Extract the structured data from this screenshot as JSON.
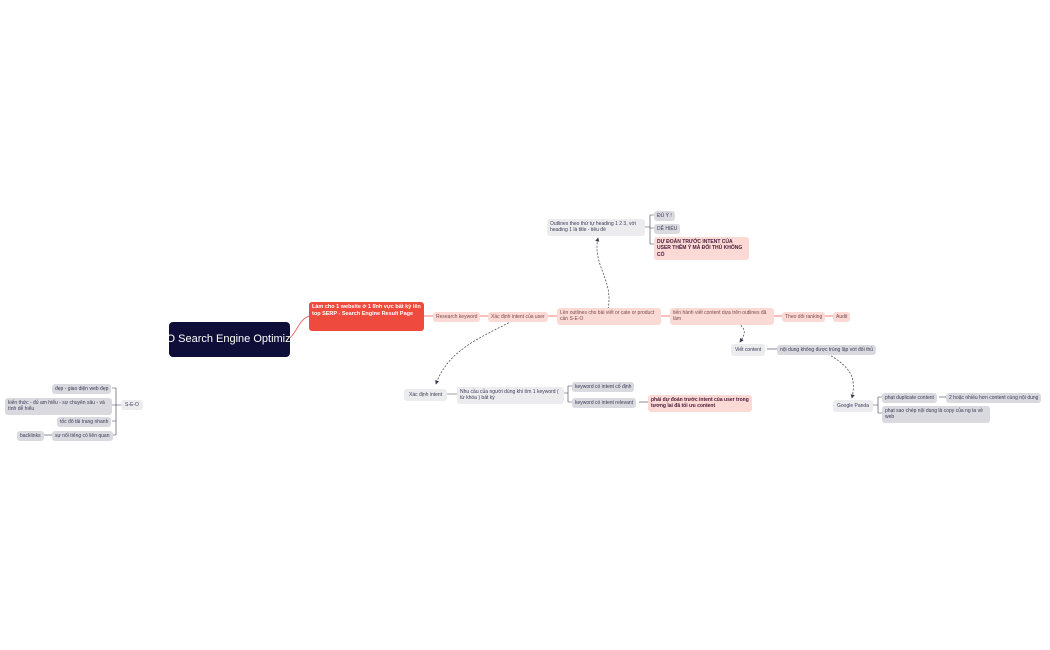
{
  "root": "S-E-O Search Engine Optimization",
  "main": "Làm cho 1 website ở 1 lĩnh vực bất kỳ lên top SERP - Search Engine Result Page",
  "flow": {
    "research_keyword": "Research keyword",
    "xac_dinh_intent_user": "Xác định intent của user",
    "len_outlines": "Lên outlines cho bài viết or cate or product cần S-E-O",
    "tien_hanh": "tiến hành viết content dựa trên outlines đã làm",
    "theo_doi_ranking": "Theo dõi ranking",
    "audit": "Audit"
  },
  "outlines": {
    "title": "Outlines theo thứ tự heading 1 2 3, với heading 1 là title - tiêu đề",
    "du_y": "ĐỦ Ý !",
    "de_hieu": "DỄ HIỂU",
    "du_doan": "DỰ ĐOÁN TRƯỚC INTENT CỦA USER THÊM Ý MÀ ĐỐI THỦ KHÔNG CÓ"
  },
  "intent": {
    "title": "Xác định intent",
    "nhu_cau": "Nhu cầu của người dùng khi tìm 1 keyword ( từ khóa ) bất kỳ",
    "co_dinh": "keyword có intent cố định",
    "relevant": "keyword có intent relevant",
    "phai_du_doan": "phải dự đoán trước intent của user trong tương lai đã tối ưu content"
  },
  "content": {
    "viet_content": "Viết content",
    "khong_trung_lap": "nội dung không được trùng lặp với đối thủ"
  },
  "panda": {
    "title": "Google Panda",
    "duplicate": "phạt duplicate content",
    "hai_hoac_nhieu": "2 hoặc nhiều hơn content cùng nội dung",
    "sao_chep": "phạt sao chép nội dung  là copy của ng ta về web"
  },
  "left": {
    "seo": "S-E-O",
    "dep": "đẹp - giao diện web đẹp",
    "kien_thuc": "kiến thức - đủ am hiểu - sự chuyên sâu - và tính dễ hiểu",
    "toc_do": "tốc đô tải trang nhanh",
    "su_noi_tieng": "sự nổi tiếng có liên quan",
    "backlinks": "backlinks"
  },
  "colors": {
    "root": "#0e0e38",
    "main": "#ee4a3d",
    "pink": "#fbd9d5",
    "gray": "#d9d9df",
    "line": "#3a3a55",
    "red_line": "#ee4a3d"
  }
}
